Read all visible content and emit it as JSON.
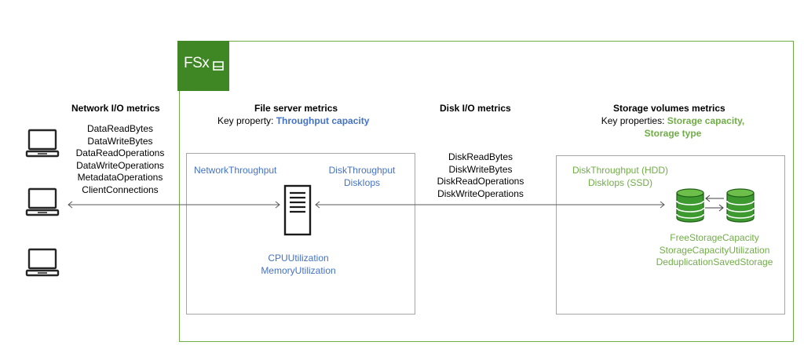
{
  "logo": {
    "text": "FSx"
  },
  "network": {
    "heading": "Network I/O metrics",
    "metrics": [
      "DataReadBytes",
      "DataWriteBytes",
      "DataReadOperations",
      "DataWriteOperations",
      "MetadataOperations",
      "ClientConnections"
    ]
  },
  "file_server": {
    "heading": "File server metrics",
    "key_label": "Key property:",
    "key_value": "Throughput capacity",
    "network_throughput": "NetworkThroughput",
    "disk_throughput": "DiskThroughput",
    "disk_iops": "DiskIops",
    "cpu": "CPUUtilization",
    "memory": "MemoryUtilization"
  },
  "disk_io": {
    "heading": "Disk I/O metrics",
    "metrics": [
      "DiskReadBytes",
      "DiskWriteBytes",
      "DiskReadOperations",
      "DiskWriteOperations"
    ]
  },
  "storage": {
    "heading": "Storage volumes metrics",
    "key_label": "Key properties:",
    "key_value_1": "Storage capacity,",
    "key_value_2": "Storage type",
    "disk_throughput": "DiskThroughput  (HDD)",
    "disk_iops": "DiskIops (SSD)",
    "metrics": [
      "FreeStorageCapacity",
      "StorageCapacityUtilization",
      "DeduplicationSavedStorage"
    ]
  },
  "colors": {
    "blue": "#4472c4",
    "green": "#70ad47",
    "logo_green": "#3f8624",
    "box_border": "#a6a6a6"
  },
  "icons": [
    "laptop-icon",
    "server-icon",
    "database-icon",
    "arrow-icon"
  ]
}
